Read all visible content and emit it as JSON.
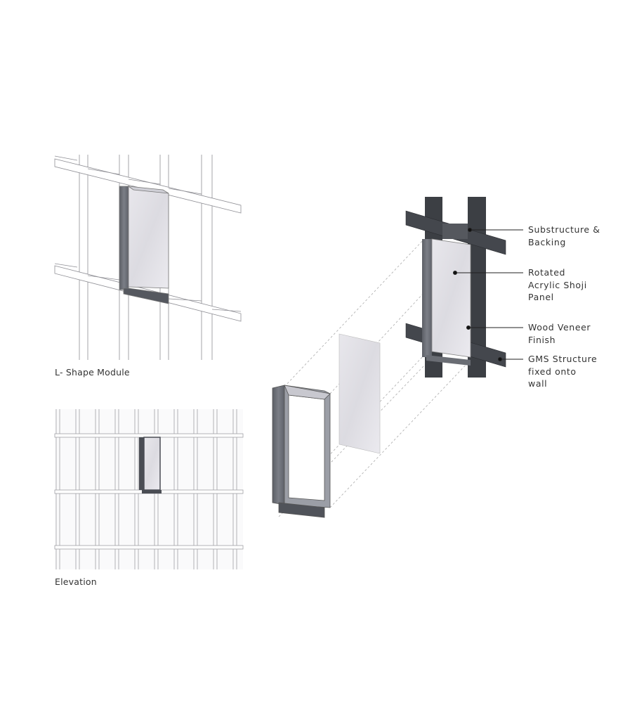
{
  "captions": {
    "lshape": "L- Shape Module",
    "elevation": "Elevation"
  },
  "labels": [
    {
      "lines": [
        "Substructure &",
        "Backing"
      ]
    },
    {
      "lines": [
        "Rotated",
        "Acrylic Shoji",
        "Panel"
      ]
    },
    {
      "lines": [
        "Wood Veneer",
        "Finish"
      ]
    },
    {
      "lines": [
        "GMS Structure",
        "fixed onto",
        "wall"
      ]
    }
  ],
  "colors": {
    "steel": "#3c3f44",
    "wood": "#6d7078",
    "shoji": "#e4e3e8",
    "line": "#9a9aa0"
  }
}
